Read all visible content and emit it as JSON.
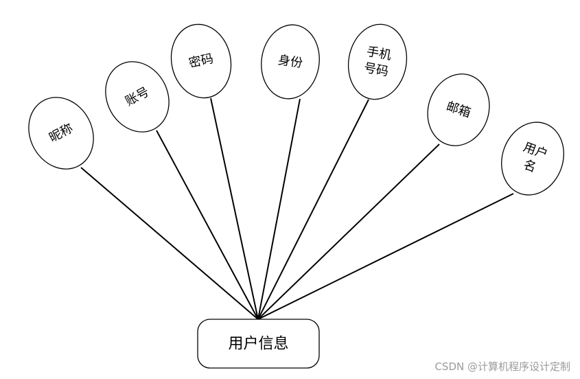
{
  "entity": {
    "label": "用户信息"
  },
  "attributes": [
    {
      "id": "nickname",
      "lines": [
        "昵称"
      ]
    },
    {
      "id": "account",
      "lines": [
        "账号"
      ]
    },
    {
      "id": "password",
      "lines": [
        "密码"
      ]
    },
    {
      "id": "identity",
      "lines": [
        "身份"
      ]
    },
    {
      "id": "phone",
      "lines": [
        "手机",
        "号码"
      ]
    },
    {
      "id": "email",
      "lines": [
        "邮箱"
      ]
    },
    {
      "id": "username",
      "lines": [
        "用户",
        "名"
      ]
    }
  ],
  "watermark": "CSDN @计算机程序设计定制"
}
